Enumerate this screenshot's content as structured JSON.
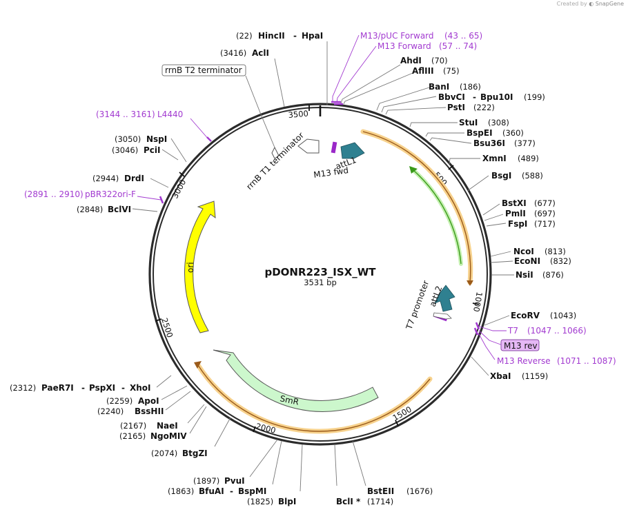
{
  "credit": {
    "prefix": "Created by",
    "brand": "SnapGene"
  },
  "plasmid": {
    "name": "pDONR223_ISX_WT",
    "length_label": "3531 bp"
  },
  "ticks": [
    "500",
    "1000",
    "1500",
    "2000",
    "2500",
    "3000",
    "3500"
  ],
  "sites": [
    {
      "name": "HincII",
      "name2": "HpaI",
      "pos": "(22)"
    },
    {
      "name": "AclI",
      "pos": "(3416)"
    },
    {
      "name": "AhdI",
      "pos": "(70)"
    },
    {
      "name": "AflIII",
      "pos": "(75)"
    },
    {
      "name": "BanI",
      "pos": "(186)"
    },
    {
      "name": "BbvCI",
      "name2": "Bpu10I",
      "pos": "(199)"
    },
    {
      "name": "PstI",
      "pos": "(222)"
    },
    {
      "name": "StuI",
      "pos": "(308)"
    },
    {
      "name": "BspEI",
      "pos": "(360)"
    },
    {
      "name": "Bsu36I",
      "pos": "(377)"
    },
    {
      "name": "XmnI",
      "pos": "(489)"
    },
    {
      "name": "BsgI",
      "pos": "(588)"
    },
    {
      "name": "BstXI",
      "pos": "(677)"
    },
    {
      "name": "PmlI",
      "pos": "(697)"
    },
    {
      "name": "FspI",
      "pos": "(717)"
    },
    {
      "name": "NcoI",
      "pos": "(813)"
    },
    {
      "name": "EcoNI",
      "pos": "(832)"
    },
    {
      "name": "NsiI",
      "pos": "(876)"
    },
    {
      "name": "EcoRV",
      "pos": "(1043)"
    },
    {
      "name": "XbaI",
      "pos": "(1159)"
    },
    {
      "name": "BstEII",
      "pos": "(1676)"
    },
    {
      "name": "BclI *",
      "pos": "(1714)"
    },
    {
      "name": "BlpI",
      "pos": "(1825)"
    },
    {
      "name": "BfuAI",
      "name2": "BspMI",
      "pos": "(1863)"
    },
    {
      "name": "PvuI",
      "pos": "(1897)"
    },
    {
      "name": "BtgZI",
      "pos": "(2074)"
    },
    {
      "name": "NgoMIV",
      "pos": "(2165)"
    },
    {
      "name": "NaeI",
      "pos": "(2167)"
    },
    {
      "name": "BssHII",
      "pos": "(2240)"
    },
    {
      "name": "ApoI",
      "pos": "(2259)"
    },
    {
      "name": "PaeR7I",
      "name2": "PspXI",
      "name3": "XhoI",
      "pos": "(2312)"
    },
    {
      "name": "BclVI",
      "pos": "(2848)"
    },
    {
      "name": "DrdI",
      "pos": "(2944)"
    },
    {
      "name": "PciI",
      "pos": "(3046)"
    },
    {
      "name": "NspI",
      "pos": "(3050)"
    }
  ],
  "primers": [
    {
      "name": "M13/pUC Forward",
      "range": "(43 .. 65)"
    },
    {
      "name": "M13 Forward",
      "range": "(57 .. 74)"
    },
    {
      "name": "T7",
      "range": "(1047 .. 1066)"
    },
    {
      "name": "M13 rev",
      "range": ""
    },
    {
      "name": "M13 Reverse",
      "range": "(1071 .. 1087)"
    },
    {
      "name": "pBR322ori-F",
      "range": "(2891 .. 2910)"
    },
    {
      "name": "L4440",
      "range": "(3144 .. 3161)"
    }
  ],
  "features": {
    "rrnB_T2": "rrnB T2 terminator",
    "rrnB_T1": "rrnB T1 terminator",
    "attL1": "attL1",
    "m13fwd": "M13 fwd",
    "attL2": "attL2",
    "t7promoter": "T7 promoter",
    "smr": "SmR",
    "ori": "ori"
  },
  "colors": {
    "backbone": "#2b2b2b",
    "orf_halo": "#f7d28d",
    "orf_line": "#9a5a1a",
    "ori": "#ffff00",
    "smr": "#ccf7cc",
    "green_orf": "#3a9a1a",
    "att": "#2f8090",
    "primer": "#a23ad0",
    "mini_feature": "#9a28c8"
  }
}
